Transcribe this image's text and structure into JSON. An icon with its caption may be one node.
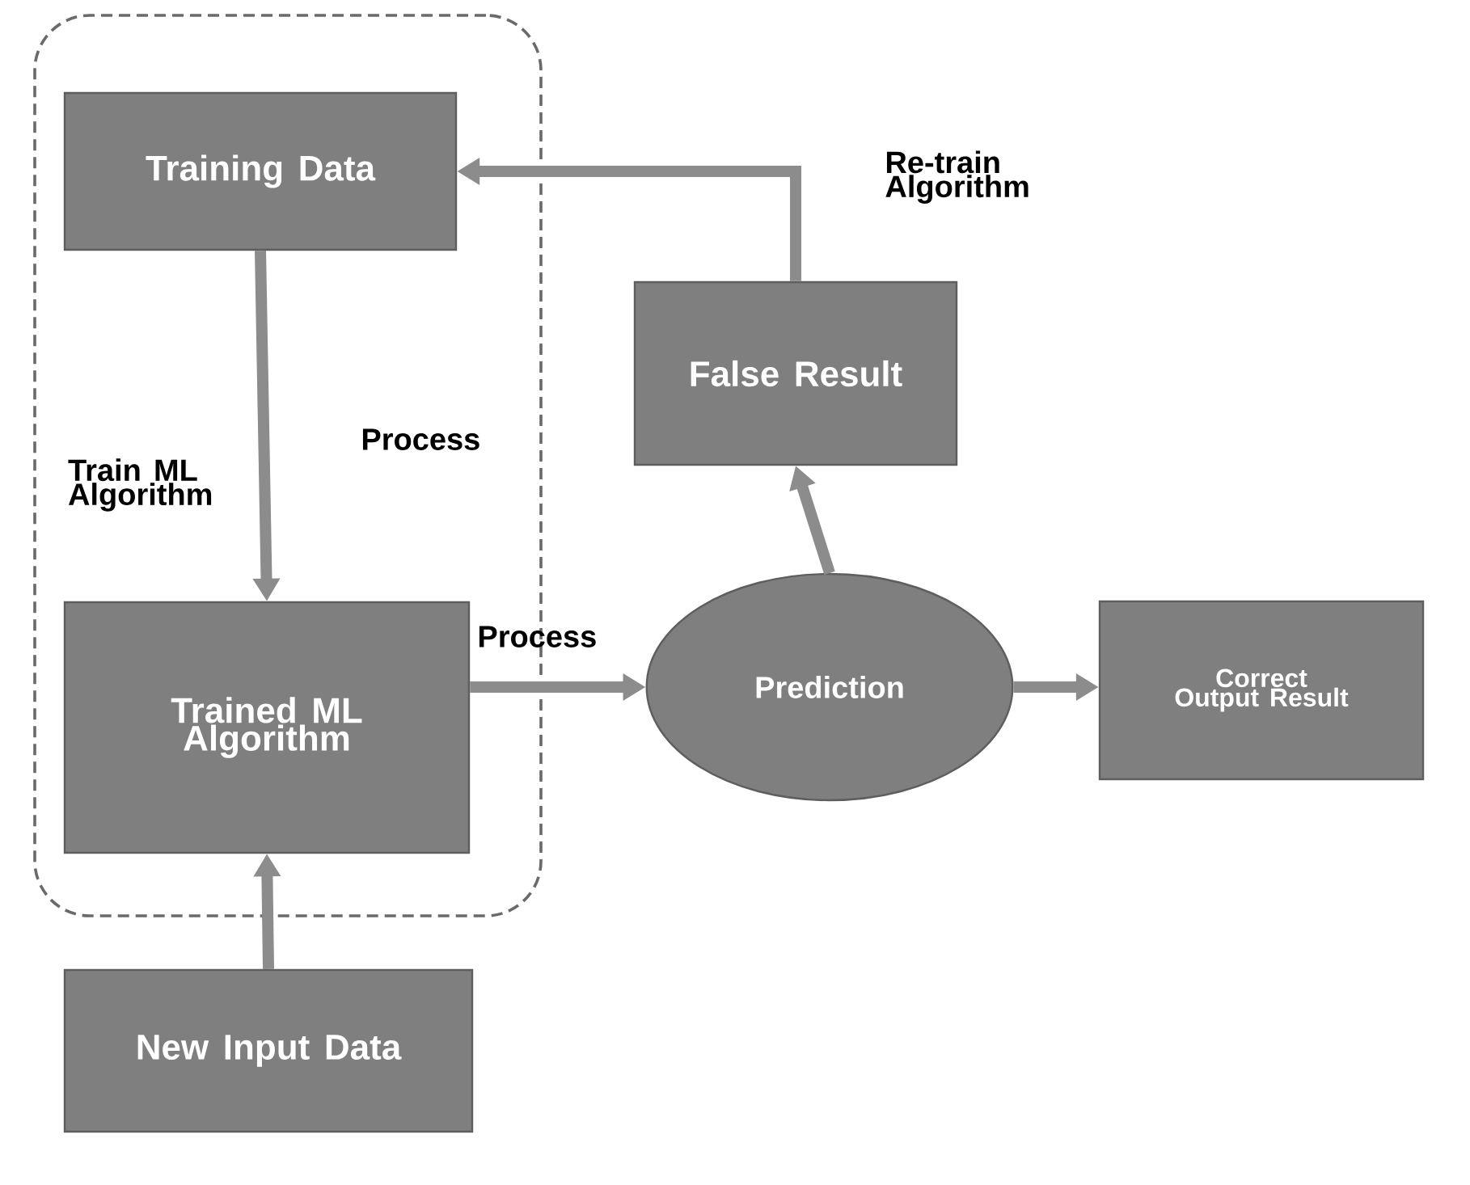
{
  "diagram": {
    "nodes": [
      {
        "text": [],
        "shape": "box"
      },
      {
        "text": [
          "Training Data"
        ],
        "in": 0
      },
      {
        "text": [
          "Trained ML Algorithm"
        ],
        "in": 0
      },
      {
        "text": [
          "New Input Data"
        ]
      },
      {
        "text": [
          "Prediction"
        ]
      },
      {
        "text": [
          "False Result"
        ]
      },
      {
        "text": [
          "Correct Output Result"
        ]
      }
    ],
    "edges": [
      {
        "from": 1,
        "to": 2,
        "arrow": "to",
        "label": "Process"
      },
      {
        "from": 3,
        "to": 2,
        "arrow": "to"
      },
      {
        "from": 2,
        "to": 4,
        "arrow": "to",
        "label": "Process"
      },
      {
        "from": 4,
        "to": 5,
        "arrow": "to"
      },
      {
        "from": 4,
        "to": 6,
        "arrow": "to"
      },
      {
        "from": 5,
        "to": 1,
        "arrow": "to",
        "label": "Re-train Algorithm"
      }
    ],
    "labels": [
      "Train ML Algorithm"
    ]
  }
}
